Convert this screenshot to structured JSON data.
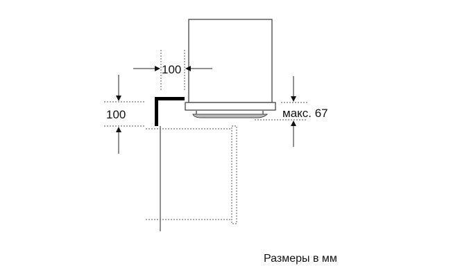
{
  "dimensions": {
    "horizontal_clearance": "100",
    "vertical_clearance": "100",
    "max_height": "макс. 67"
  },
  "caption": "Размеры в мм"
}
